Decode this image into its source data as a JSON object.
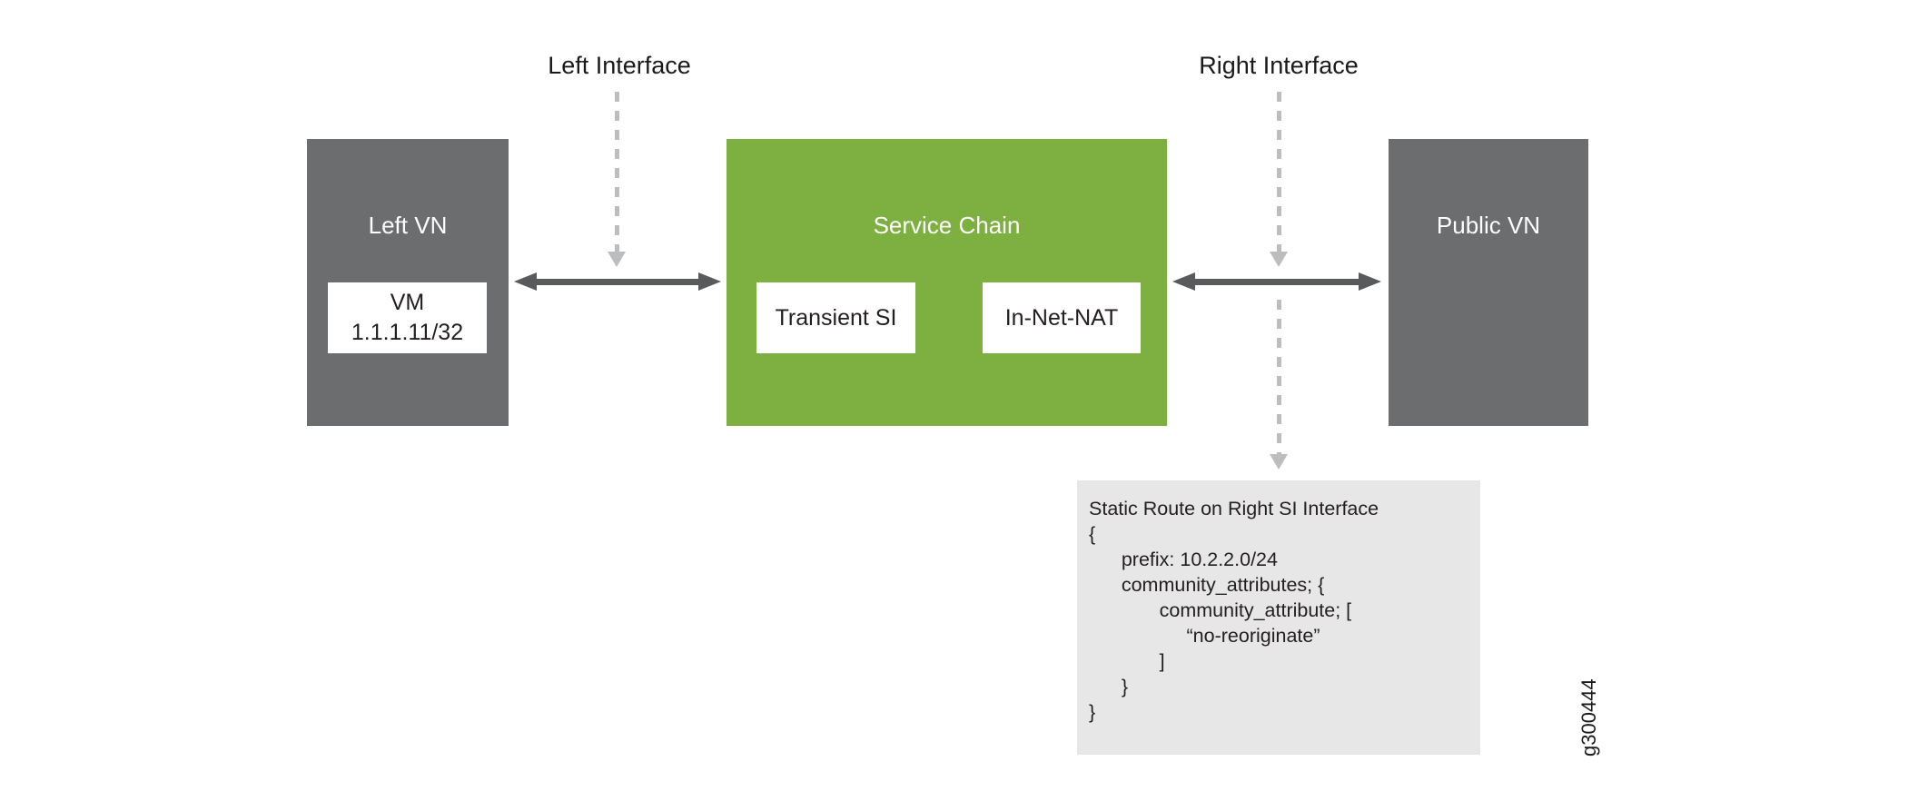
{
  "diagram": {
    "figure_id": "g300444",
    "left_interface_label": "Left Interface",
    "right_interface_label": "Right Interface",
    "left_vn": {
      "label": "Left VN",
      "vm_line1": "VM",
      "vm_line2": "1.1.1.11/32"
    },
    "service_chain": {
      "label": "Service Chain",
      "services": [
        {
          "label": "Transient SI"
        },
        {
          "label": "In-Net-NAT"
        }
      ]
    },
    "public_vn": {
      "label": "Public VN"
    },
    "static_route": {
      "lines": [
        "Static Route on Right SI Interface",
        "{",
        "      prefix: 10.2.2.0/24",
        "      community_attributes; {",
        "             community_attribute; [",
        "                  “no-reoriginate”",
        "             ]",
        "      }",
        "}"
      ]
    },
    "colors": {
      "vn_box": "#6b6d6e",
      "service_chain_box": "#7daf41",
      "code_background": "#e7e7e7",
      "solid_arrow": "#595a5c",
      "dashed_arrow": "#bbbdbf"
    }
  }
}
